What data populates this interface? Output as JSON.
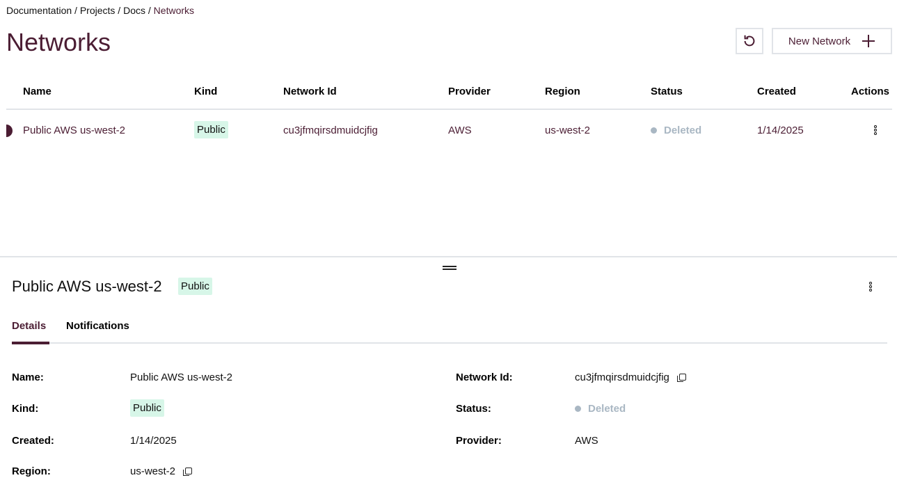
{
  "breadcrumb": {
    "items": [
      "Documentation",
      "Projects",
      "Docs"
    ],
    "current": "Networks",
    "separator": "/"
  },
  "page_title": "Networks",
  "toolbar": {
    "refresh_icon": "refresh-icon",
    "new_label": "New Network",
    "new_icon": "plus-icon"
  },
  "table": {
    "headers": [
      "Name",
      "Kind",
      "Network Id",
      "Provider",
      "Region",
      "Status",
      "Created",
      "Actions"
    ],
    "rows": [
      {
        "name": "Public AWS us-west-2",
        "kind": "Public",
        "network_id": "cu3jfmqirsdmuidcjfig",
        "provider": "AWS",
        "region": "us-west-2",
        "status": "Deleted",
        "created": "1/14/2025"
      }
    ]
  },
  "detail": {
    "title": "Public AWS us-west-2",
    "kind_badge": "Public",
    "tabs": [
      {
        "label": "Details",
        "active": true
      },
      {
        "label": "Notifications",
        "active": false
      }
    ],
    "fields": {
      "name_label": "Name:",
      "name": "Public AWS us-west-2",
      "kind_label": "Kind:",
      "kind": "Public",
      "created_label": "Created:",
      "created": "1/14/2025",
      "region_label": "Region:",
      "region": "us-west-2",
      "network_id_label": "Network Id:",
      "network_id": "cu3jfmqirsdmuidcjfig",
      "status_label": "Status:",
      "status": "Deleted",
      "provider_label": "Provider:",
      "provider": "AWS"
    }
  },
  "colors": {
    "accent": "#4b1d33",
    "badge_bg": "#d7f6e8",
    "deleted": "#a9b7c3",
    "border": "#e1e4e8"
  }
}
